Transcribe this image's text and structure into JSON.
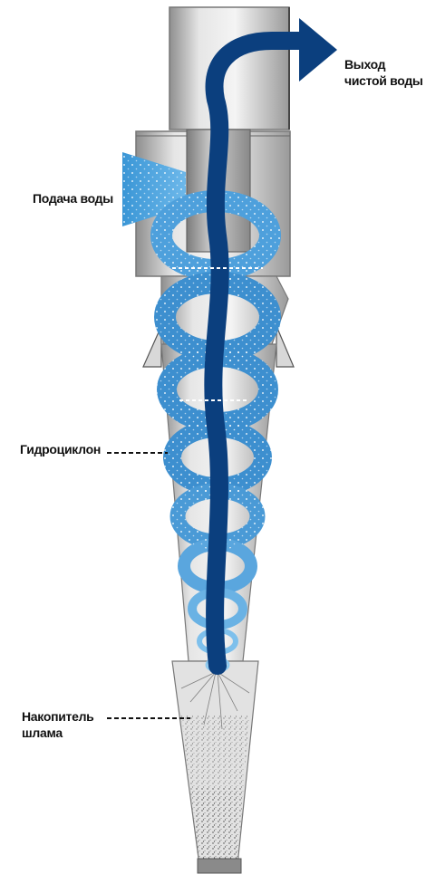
{
  "labels": {
    "outlet_line1": "Выход",
    "outlet_line2": "чистой воды",
    "inlet": "Подача воды",
    "cyclone": "Гидроциклон",
    "sludge_line1": "Накопитель",
    "sludge_line2": "шлама"
  },
  "colors": {
    "body_light": "#e4e4e4",
    "body_dark": "#8f8f8f",
    "flow_dark_blue": "#0b3f7e",
    "swirl_blue": "#3d8fcf",
    "swirl_light": "#7ec0ec",
    "inlet_blue": "#4da3dc",
    "sludge_dots": "#555555"
  }
}
